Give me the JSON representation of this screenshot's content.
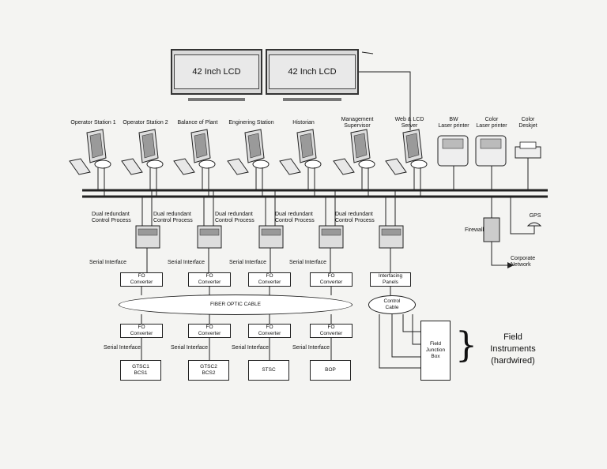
{
  "displays": [
    "42 Inch LCD",
    "42 Inch LCD"
  ],
  "workstations": [
    {
      "label": "Operator Station 1"
    },
    {
      "label": "Operator Station 2"
    },
    {
      "label": "Balance of Plant"
    },
    {
      "label": "Enginering Station"
    },
    {
      "label": "Historian"
    },
    {
      "label": "Management\nSupervisor"
    },
    {
      "label": "Web & LCD\nServer"
    }
  ],
  "printers": [
    {
      "label": "BW\nLaser printer"
    },
    {
      "label": "Color\nLaser printer"
    },
    {
      "label": "Color\nDeskjet"
    }
  ],
  "controllers": [
    "Dual redundant\nControl Process",
    "Dual redundant\nControl Process",
    "Dual redundant\nControl Process",
    "Dual redundant\nControl Process",
    "Dual redundant\nControl Process"
  ],
  "serial_interface": "Serial Interface",
  "fo_converter": "FO\nConverter",
  "interfacing_panels": "Interfacing\nPanels",
  "fiber_optic_cable": "FIBER OPTIC CABLE",
  "control_cable": "Control\nCable",
  "field_units": [
    "GTSC1\nBCS1",
    "GTSC2\nBCS2",
    "STSC",
    "BOP"
  ],
  "field_junction_box": "Field\nJunction\nBox",
  "field_instruments": "Field\nInstruments\n(hardwired)",
  "firewall": "Firewall",
  "gps": "GPS",
  "corporate_network": "Corporate\nNetwork"
}
